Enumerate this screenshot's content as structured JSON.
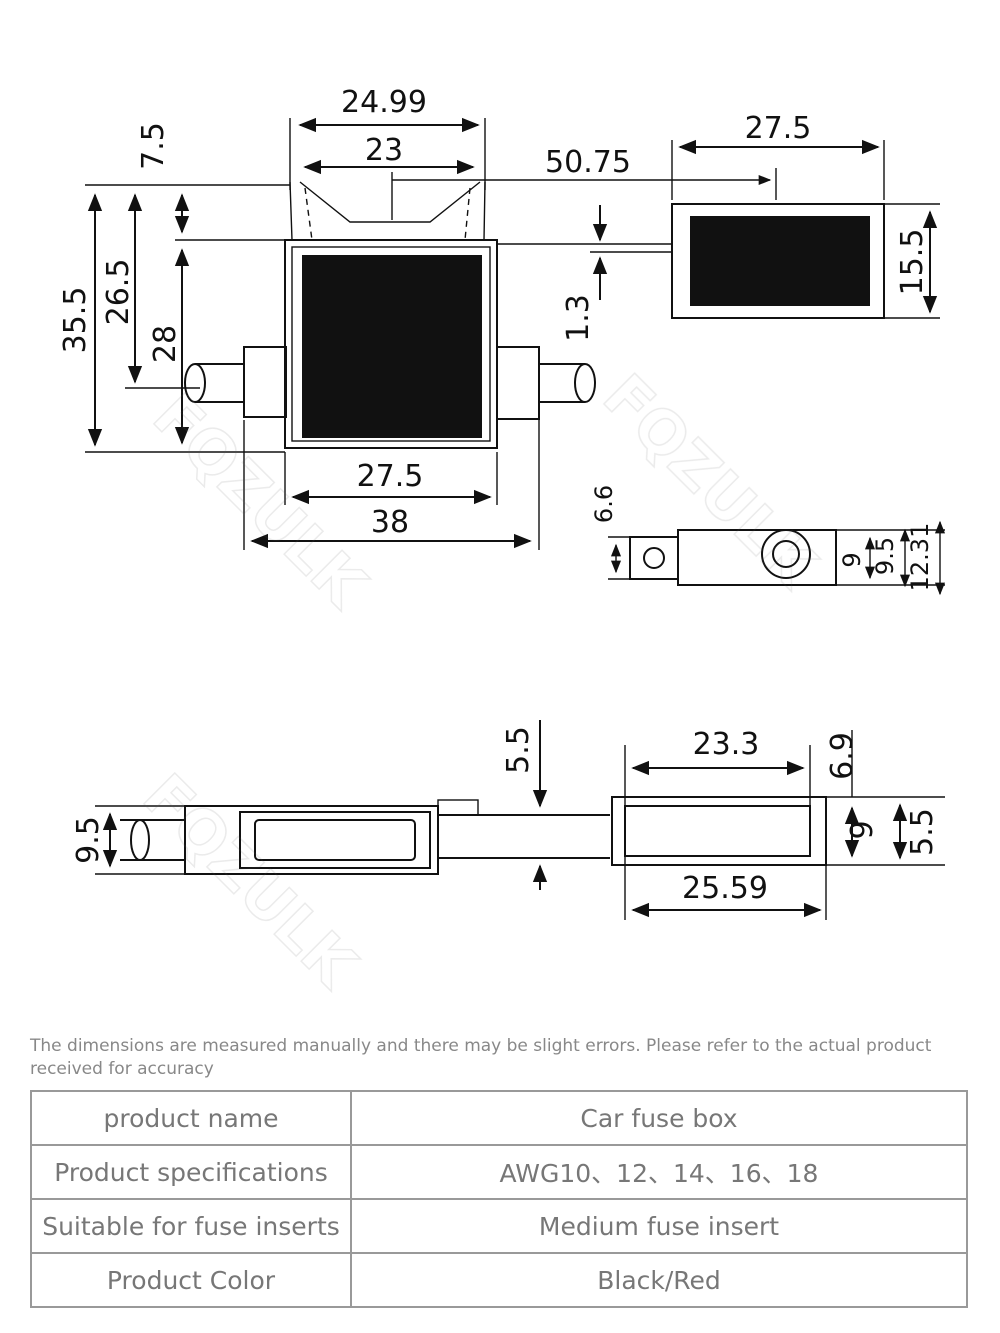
{
  "diagram": {
    "top_view_dims": {
      "d24_99": "24.99",
      "d23": "23",
      "d50_75": "50.75",
      "d7_5": "7.5",
      "d26_5": "26.5",
      "d35_5": "35.5",
      "d28": "28",
      "d1_3": "1.3",
      "d27_5_top": "27.5",
      "d15_5": "15.5",
      "d27_5_bottom": "27.5",
      "d38": "38"
    },
    "side_view_dims": {
      "d6_6": "6.6",
      "d9": "9",
      "d9_5": "9.5",
      "d12_31": "12.31"
    },
    "front_view_dims": {
      "d5_5_center": "5.5",
      "d23_3": "23.3",
      "d6_9": "6.9",
      "d9_5_left": "9.5",
      "d9_right": "9",
      "d5_5_right": "5.5",
      "d25_59": "25.59"
    },
    "watermark": "FQZULK"
  },
  "note": "The dimensions are measured manually and there may be slight errors. Please refer to the actual product received for accuracy",
  "spec_table": {
    "rows": [
      {
        "label": "product name",
        "value": "Car fuse box"
      },
      {
        "label": "Product specifications",
        "value": "AWG10、12、14、16、18"
      },
      {
        "label": "Suitable for fuse inserts",
        "value": "Medium fuse insert"
      },
      {
        "label": "Product Color",
        "value": "Black/Red"
      }
    ]
  }
}
